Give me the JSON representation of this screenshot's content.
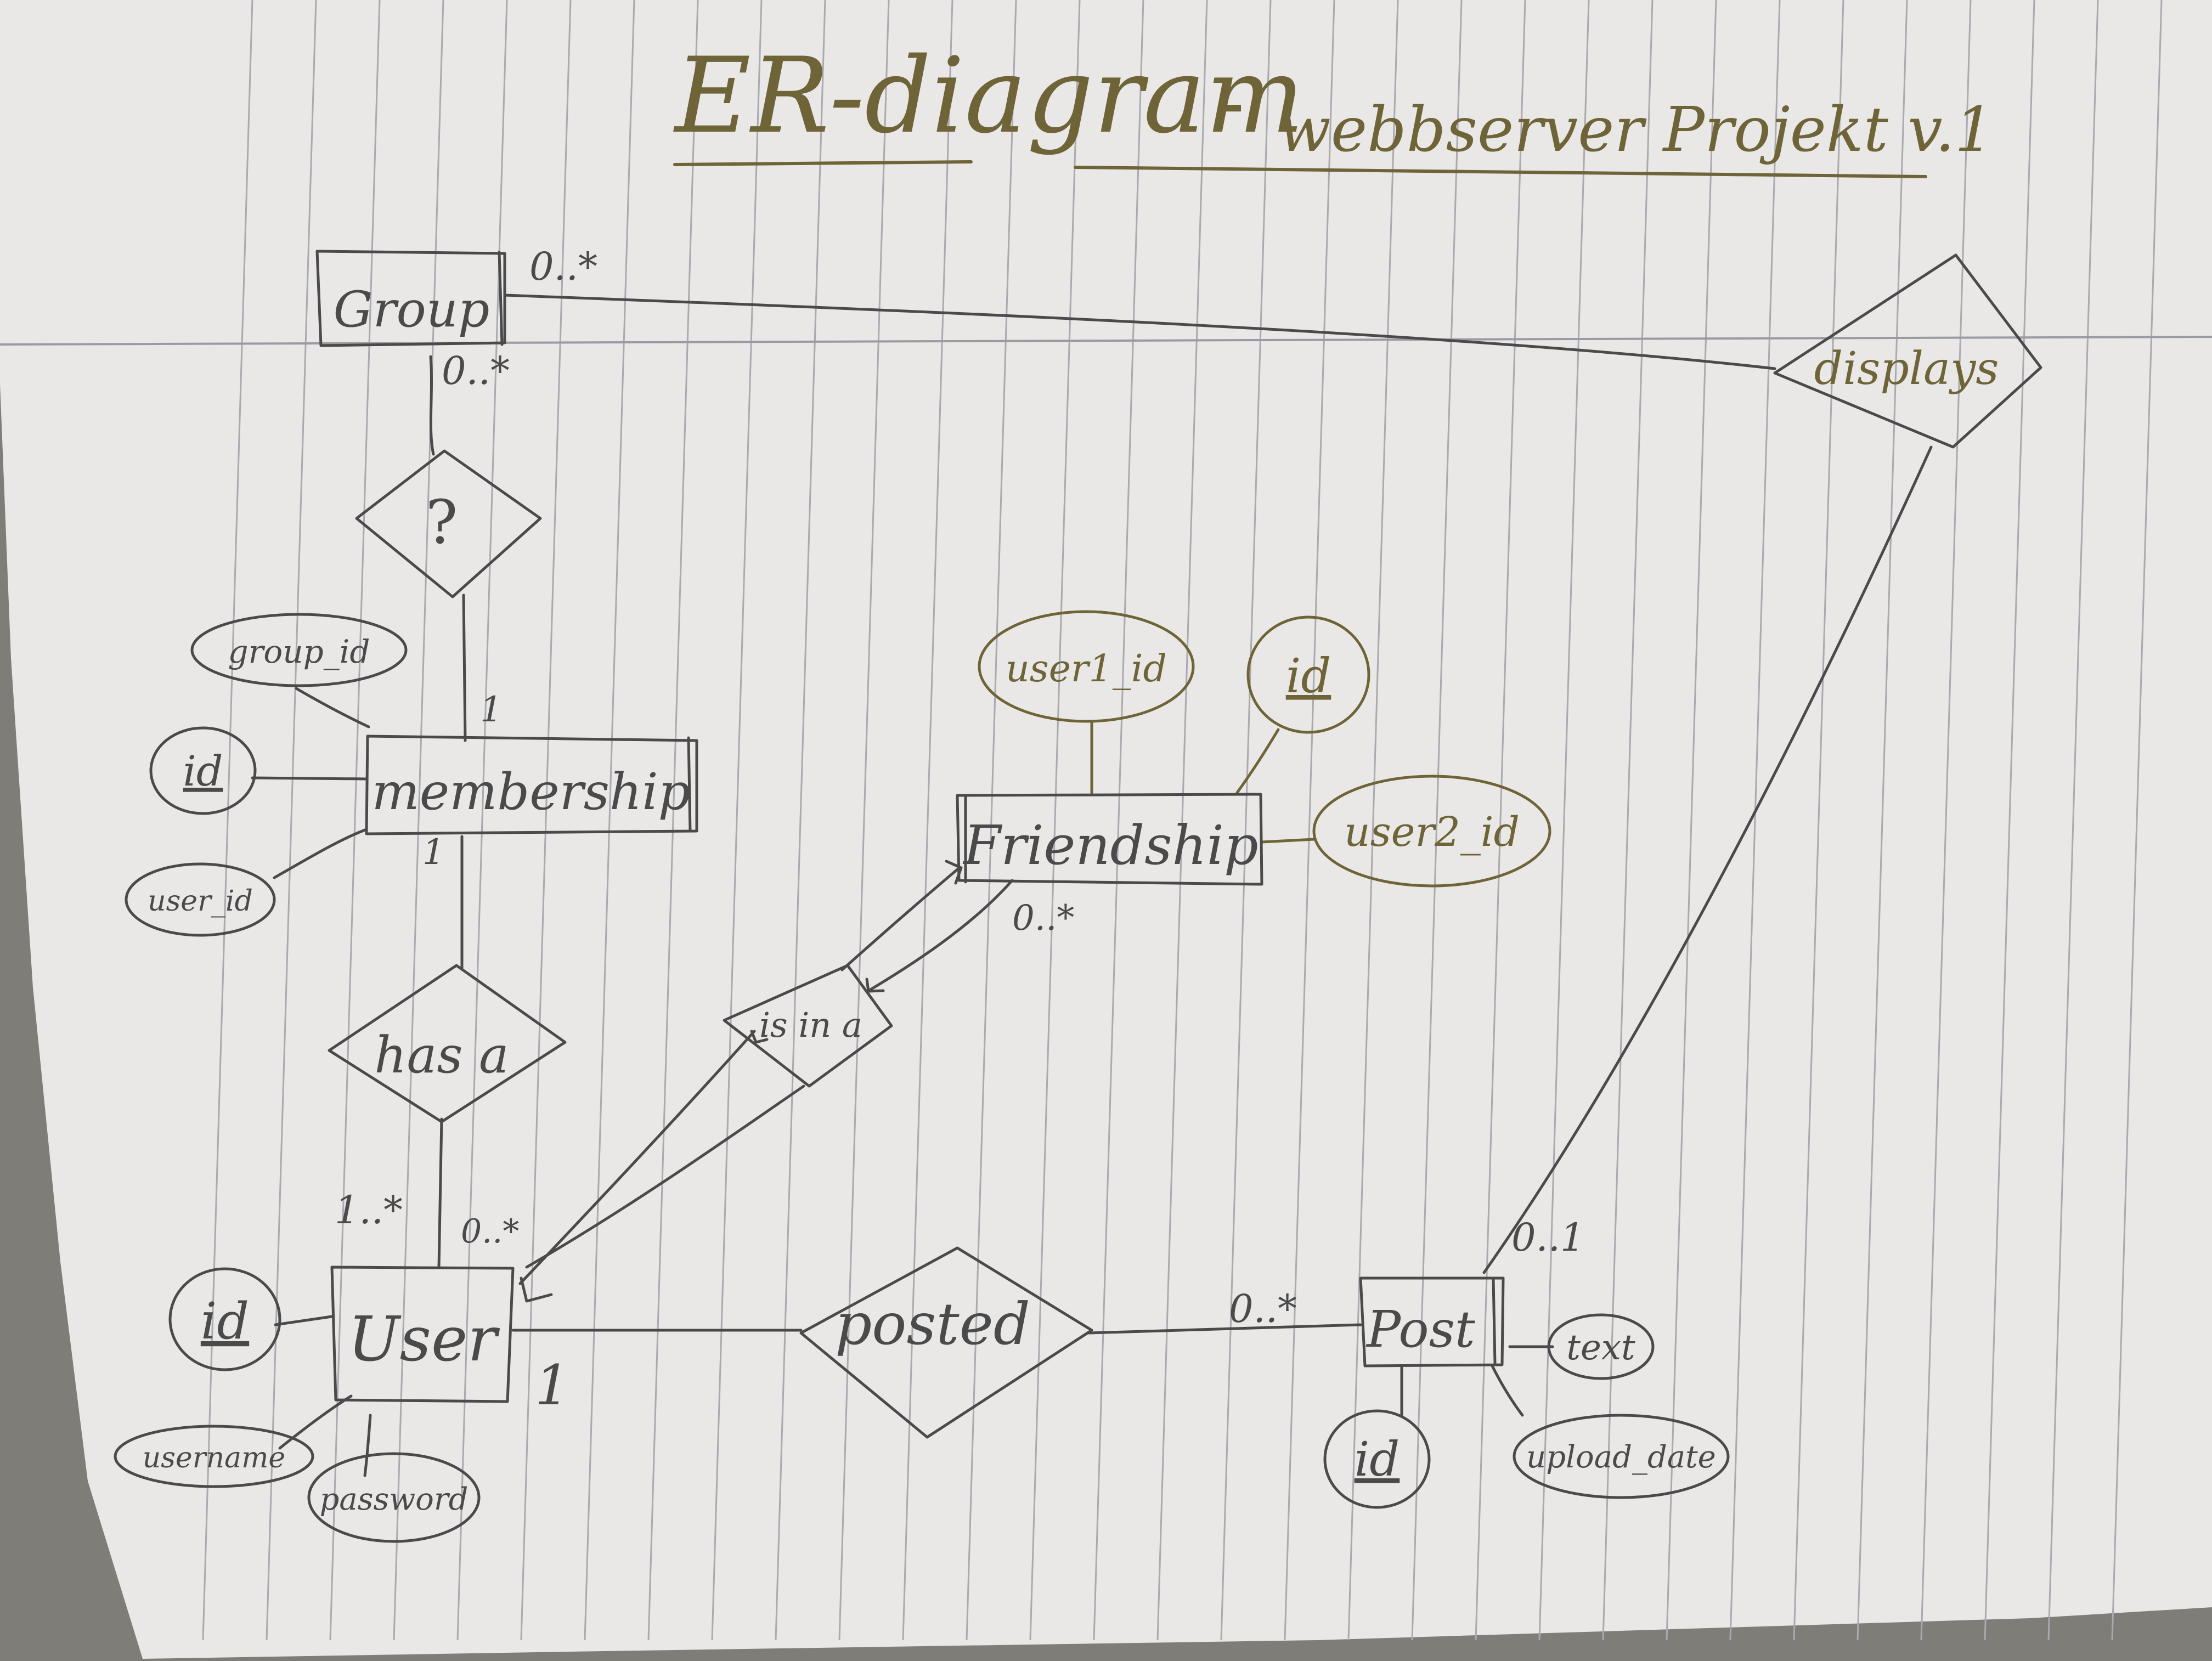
{
  "title": {
    "main": "ER-diagram",
    "dash": "-",
    "sub": "webbserver Projekt v.1"
  },
  "colors": {
    "paper": "#e9e8e6",
    "rule": "#a9a9b0",
    "pencil": "#4a4a4a",
    "pen": "#6e6438",
    "background": "#7f7d78"
  },
  "entities": {
    "group": "Group",
    "membership": "membership",
    "friendship": "Friendship",
    "user": "User",
    "post": "Post"
  },
  "relationships": {
    "displays": "displays",
    "unknown": "?",
    "has_a": "has a",
    "is_in_a": "is in a",
    "posted": "posted"
  },
  "attributes": {
    "group_id": "group_id",
    "membership_id": "id",
    "user_id": "user_id",
    "friendship_user1_id": "user1_id",
    "friendship_id": "id",
    "friendship_user2_id": "user2_id",
    "user_id_key": "id",
    "username": "username",
    "password": "password",
    "post_id": "id",
    "text": "text",
    "upload_date": "upload_date"
  },
  "cardinalities": {
    "group_displays": "0..*",
    "group_below": "0..*",
    "membership_top": "1",
    "membership_bottom": "1",
    "friendship": "0..*",
    "user_left": "1..*",
    "user_right": "0..*",
    "user_posted": "1",
    "post_posted": "0..*",
    "post_displays": "0..1"
  }
}
